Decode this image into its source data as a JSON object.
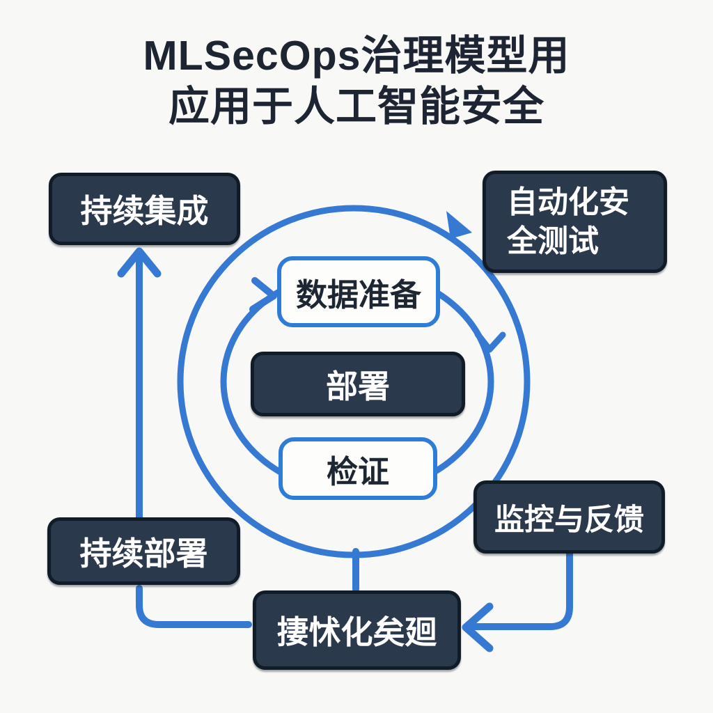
{
  "title": {
    "line1": "MLSecOps治理模型用",
    "line2": "应用于人工智能安全"
  },
  "nodes": {
    "continuous_integration": {
      "label": "持续集成"
    },
    "automated_security_testing": {
      "line1": "自动化安",
      "line2": "全测试"
    },
    "data_preparation": {
      "label": "数据准备"
    },
    "deployment": {
      "label": "部署"
    },
    "verification": {
      "label": "检证"
    },
    "monitoring_feedback": {
      "label": "监控与反馈"
    },
    "continuous_deployment": {
      "label": "持续部署"
    },
    "automated_rollout": {
      "label": "捿怵化矣廻"
    }
  },
  "colors": {
    "accent_blue": "#3579d2",
    "dark_box_fill": "#2a3a4c",
    "dark_box_border": "#111c29",
    "light_box_border": "#2d7cd7",
    "light_box_fill": "#fdfdfb",
    "text_dark": "#1c2531",
    "text_light": "#ffffff",
    "background": "#f8f8f6"
  }
}
